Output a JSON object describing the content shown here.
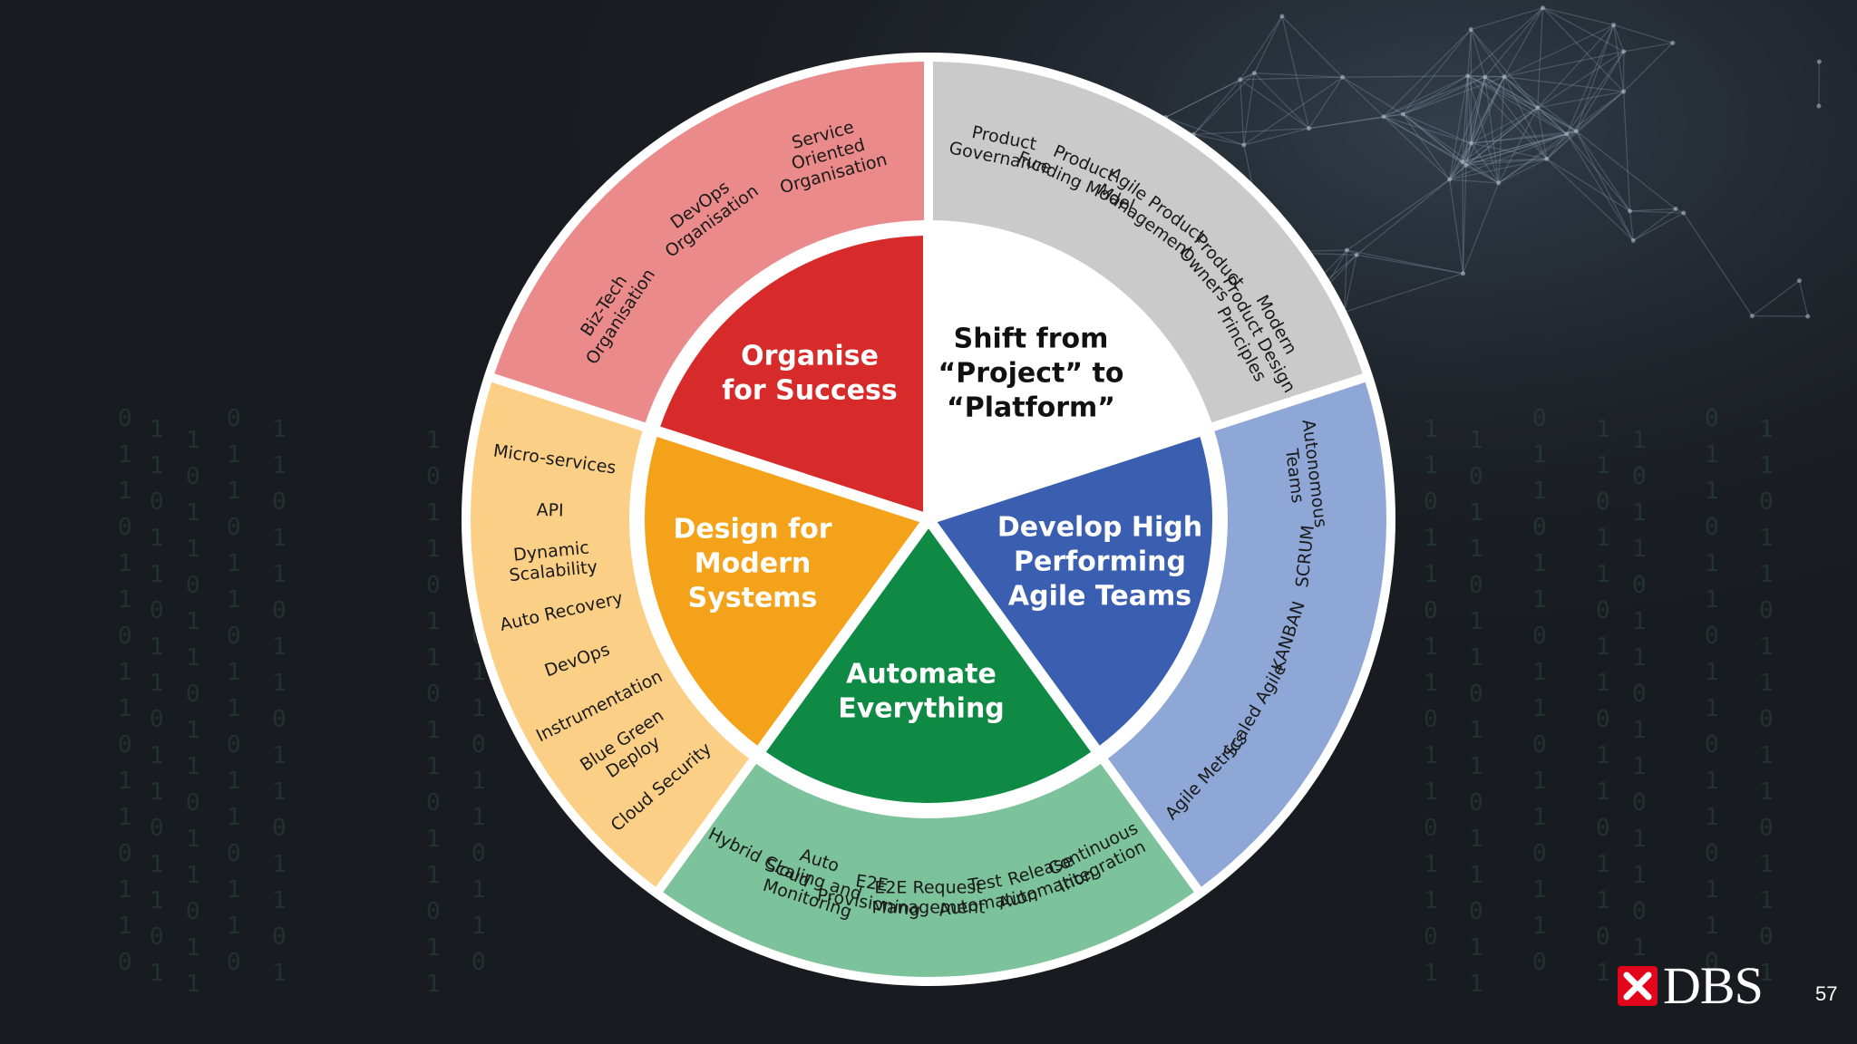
{
  "center_segments": [
    {
      "id": "platform",
      "lines": [
        "Shift from",
        "“Project” to",
        "“Platform”"
      ],
      "color": "#ffffff",
      "text_color": "#111111"
    },
    {
      "id": "agile",
      "lines": [
        "Develop High",
        "Performing",
        "Agile Teams"
      ],
      "color": "#3a5fb0",
      "text_color": "#ffffff"
    },
    {
      "id": "automate",
      "lines": [
        "Automate",
        "Everything"
      ],
      "color": "#0f8a45",
      "text_color": "#ffffff"
    },
    {
      "id": "design",
      "lines": [
        "Design for",
        "Modern",
        "Systems"
      ],
      "color": "#f5a21b",
      "text_color": "#ffffff"
    },
    {
      "id": "organise",
      "lines": [
        "Organise",
        "for Success"
      ],
      "color": "#d72b2b",
      "text_color": "#ffffff"
    }
  ],
  "outer_segments": [
    {
      "id": "platform",
      "color": "#cacaca",
      "items": [
        [
          "Product",
          "Governance"
        ],
        [
          "Product",
          "Funding Model"
        ],
        [
          "Agile Product",
          "Management"
        ],
        [
          "Product",
          "Owners"
        ],
        [
          "Modern",
          "Product Design",
          "Principles"
        ]
      ]
    },
    {
      "id": "agile",
      "color": "#8fa7d6",
      "items": [
        [
          "Autonomous",
          "Teams"
        ],
        [
          "SCRUM"
        ],
        [
          "KANBAN"
        ],
        [
          "Scaled Agile"
        ],
        [
          "Agile Metrics"
        ]
      ]
    },
    {
      "id": "automate",
      "color": "#7cc29a",
      "items": [
        [
          "Continuous",
          "Integration"
        ],
        [
          "Release",
          "Automation"
        ],
        [
          "Test",
          "Automation"
        ],
        [
          "E2E Request",
          "Management"
        ],
        [
          "E2E",
          "Provisioning"
        ],
        [
          "Auto",
          "Scaling and",
          "Monitoring"
        ],
        [
          "Hybrid Cloud"
        ]
      ]
    },
    {
      "id": "design",
      "color": "#fbcf86",
      "items": [
        [
          "Cloud Security"
        ],
        [
          "Blue Green",
          "Deploy"
        ],
        [
          "Instrumentation"
        ],
        [
          "DevOps"
        ],
        [
          "Auto Recovery"
        ],
        [
          "Dynamic",
          "Scalability"
        ],
        [
          "API"
        ],
        [
          "Micro-services"
        ]
      ]
    },
    {
      "id": "organise",
      "color": "#eb8a8a",
      "items": [
        [
          "Biz-Tech",
          "Organisation"
        ],
        [
          "DevOps",
          "Organisation"
        ],
        [
          "Service",
          "Oriented",
          "Organisation"
        ]
      ]
    }
  ],
  "brand": {
    "name": "DBS",
    "color": "#e3051b"
  },
  "page_number": "57",
  "icons": {
    "logo": "dbs-x-mark-icon"
  }
}
